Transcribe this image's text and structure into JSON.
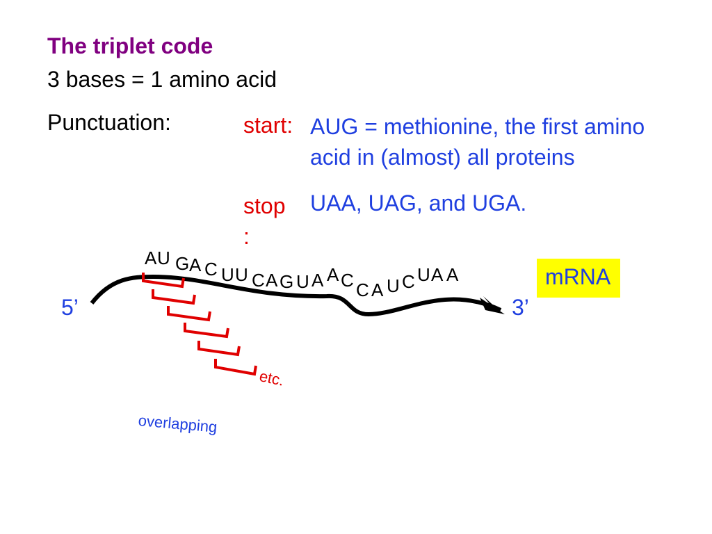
{
  "title": "The triplet code",
  "subtitle": "3 bases = 1 amino acid",
  "punctuation_label": "Punctuation:",
  "start": {
    "label": "start:",
    "text": "AUG = methionine, the first amino acid in (almost) all proteins"
  },
  "stop": {
    "label": "stop\n:",
    "text": "UAA, UAG, and UGA."
  },
  "mrna_label": "mRNA",
  "five_prime": "5’",
  "three_prime": "3’",
  "sequence": [
    "A",
    "U",
    "G",
    "A",
    "C",
    "U",
    "U",
    "C",
    "A",
    "G",
    "U",
    "A",
    "A",
    "C",
    "C",
    "A",
    "U",
    "C",
    "U",
    "A",
    "A"
  ],
  "etc_label": "etc.",
  "overlapping_label": "overlapping",
  "colors": {
    "title": "#800080",
    "accent_red": "#e00000",
    "blue_text": "#1f3fe0",
    "highlight": "#ffff00"
  }
}
